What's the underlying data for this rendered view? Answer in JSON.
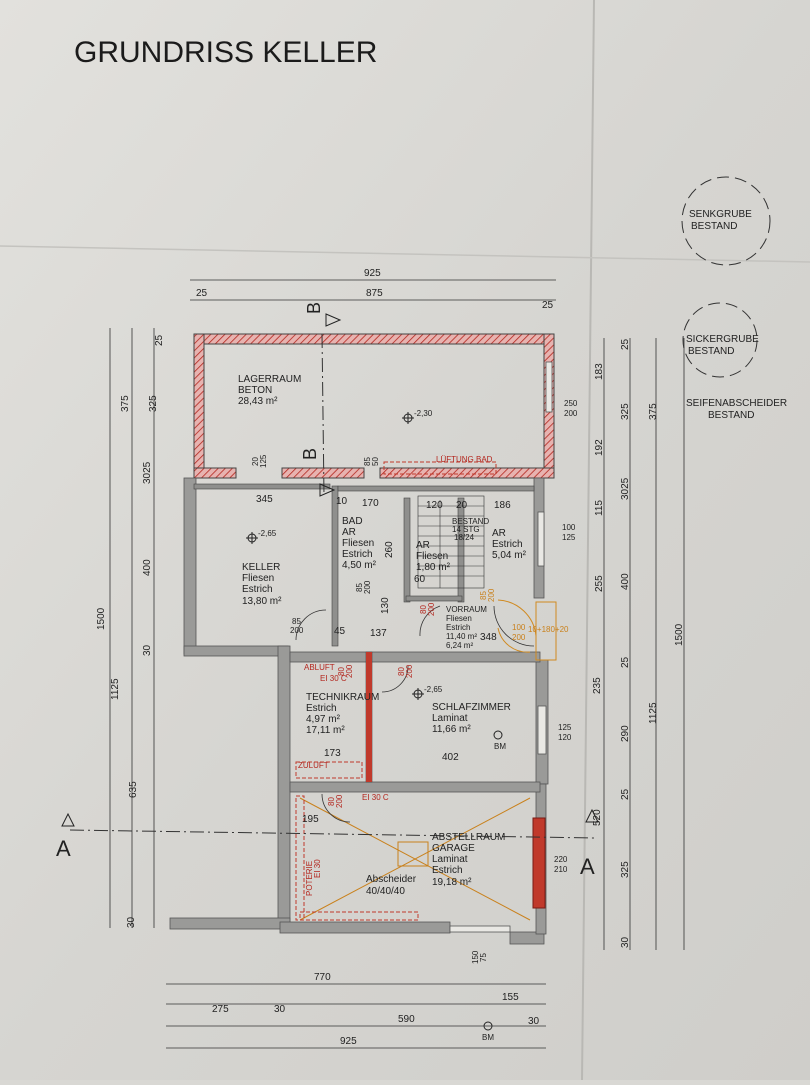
{
  "title": "GRUNDRISS KELLER",
  "context_labels": {
    "senkgrube": [
      "SENKGRUBE",
      "BESTAND"
    ],
    "sickergrube": [
      "SICKERGRUBE",
      "BESTAND"
    ],
    "seifenabscheider": [
      "SEIFENABSCHEIDER",
      "BESTAND"
    ]
  },
  "rooms": {
    "lagerraum": [
      "LAGERRAUM",
      "BETON",
      "28,43 m²"
    ],
    "keller": [
      "KELLER",
      "Fliesen",
      "Estrich",
      "13,80 m²"
    ],
    "bad": [
      "BAD",
      "AR",
      "Fliesen",
      "Estrich",
      "4,50 m²"
    ],
    "ar_small": [
      "AR",
      "Fliesen",
      "1,80 m²"
    ],
    "ar_right": [
      "AR",
      "Estrich",
      "5,04 m²"
    ],
    "vorraum": [
      "VORRAUM",
      "Fliesen",
      "Estrich",
      "11,40 m²",
      "6,24 m²"
    ],
    "technikraum": [
      "TECHNIKRAUM",
      "Estrich",
      "4,97 m²",
      "17,11 m²"
    ],
    "schlafzimmer": [
      "SCHLAFZIMMER",
      "Laminat",
      "11,66 m²"
    ],
    "abstellraum": [
      "ABSTELLRAUM",
      "GARAGE",
      "Laminat",
      "Estrich",
      "19,18 m²"
    ],
    "abscheider": [
      "Abscheider",
      "40/40/40"
    ]
  },
  "annotations": {
    "lueftung_bad": "LÜFTUNG BAD",
    "abluft": "ABLUFT",
    "zuluft": "ZULUFT",
    "ei30c_a": "EI 30 C",
    "ei30c_b": "EI 30 C",
    "poterie": "POTERIE",
    "ei30_vert": "EI 30",
    "bestand_stg": "BESTAND",
    "stg": "14 STG",
    "stg_dim": "18/24",
    "bm1": "BM",
    "bm2": "BM",
    "section_b_top": "B",
    "section_b_mid": "B",
    "section_a_left": "A",
    "section_a_right": "A"
  },
  "levels": [
    "-2,30",
    "-2,65",
    "-2,65"
  ],
  "dimensions": {
    "top_overall": "925",
    "top_25_left": "25",
    "top_875": "875",
    "top_25_right": "25",
    "bottom_770": "770",
    "bottom_155": "155",
    "bottom_275": "275",
    "bottom_30a": "30",
    "bottom_590": "590",
    "bottom_30b": "30",
    "bottom_overall": "925",
    "left_1500": "1500",
    "left_375": "375",
    "left_1125": "1125",
    "left_325": "325",
    "left_3025": "3025",
    "left_400": "400",
    "left_30a": "30",
    "left_635": "635",
    "left_30b": "30",
    "left_25": "25",
    "right_183": "183",
    "right_25": "25",
    "right_325a": "325",
    "right_375": "375",
    "right_192": "192",
    "right_115": "115",
    "right_3025": "3025",
    "right_255": "255",
    "right_400": "400",
    "right_1500": "1500",
    "right_235": "235",
    "right_25b": "25",
    "right_290": "290",
    "right_1125": "1125",
    "right_25c": "25",
    "right_520": "520",
    "right_325b": "325",
    "right_30": "30",
    "int_345": "345",
    "int_10": "10",
    "int_170": "170",
    "int_120": "120",
    "int_20": "20",
    "int_186": "186",
    "int_260": "260",
    "int_130": "130",
    "int_60": "60",
    "int_85a": "85",
    "int_200a": "200",
    "int_45": "45",
    "int_137": "137",
    "int_348": "348",
    "int_173": "173",
    "int_402": "402",
    "int_195": "195",
    "win_250": "250",
    "win_200": "200",
    "win_100": "100",
    "win_125": "125",
    "win_125b": "125",
    "win_120": "120",
    "win_220": "220",
    "win_210": "210",
    "win_150": "150",
    "win_75": "75",
    "win_20a": "20",
    "win_125c": "125",
    "win_85": "85",
    "win_50": "50",
    "door_85a": "85",
    "door_200a": "200",
    "door_80a": "80",
    "door_200b": "200",
    "door_80b": "80",
    "door_200c": "200",
    "door_80c": "80",
    "door_200d": "200",
    "door_85b": "85",
    "door_200e": "200",
    "door_100": "100",
    "door_200f": "200",
    "door_sum": "10+180+20",
    "door_80d": "80",
    "door_200g": "200"
  }
}
